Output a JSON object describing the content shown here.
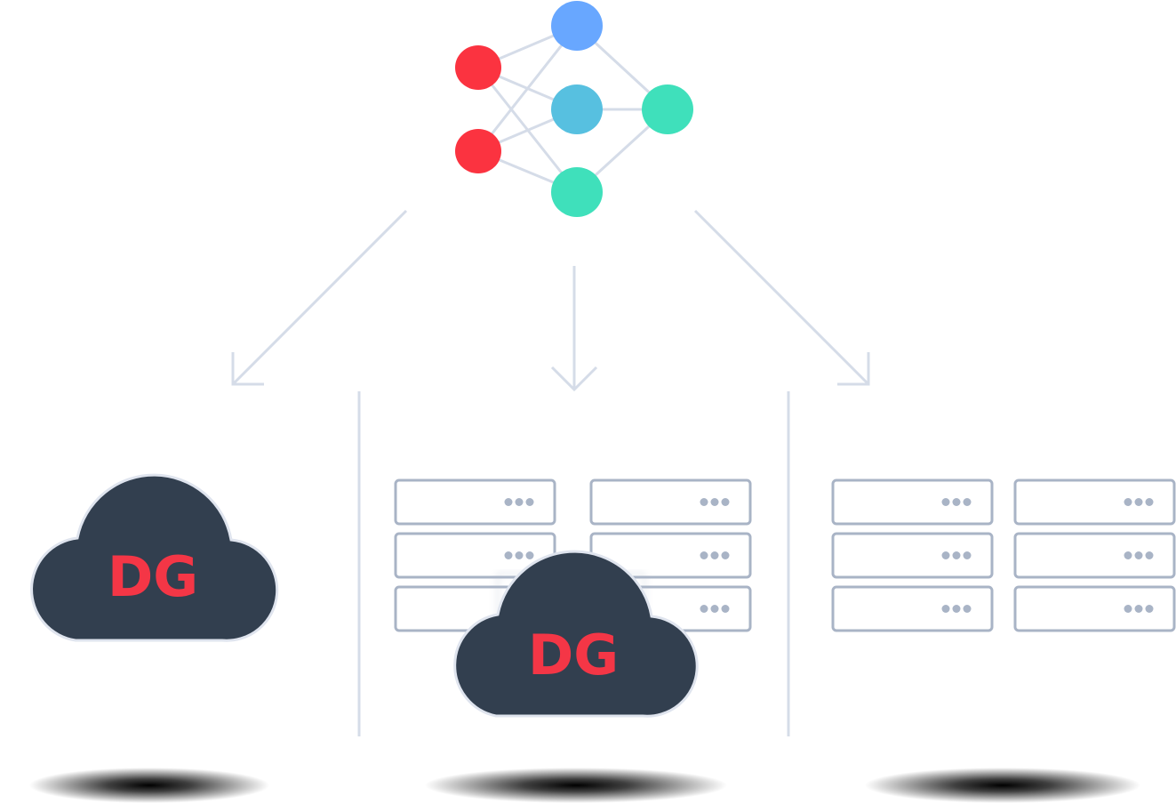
{
  "colors": {
    "background": "#ffffff",
    "line": "#d5dce8",
    "server_stroke": "#a9b4c6",
    "server_dot": "#a9b4c6",
    "cloud_fill": "#323f4f",
    "cloud_stroke": "#dfe4ee",
    "logo_red": "#f43646",
    "input_node": "#fb3340",
    "hidden_top": "#68a7ff",
    "hidden_mid": "#57c0e0",
    "hidden_bottom": "#3fe0bb",
    "output_node": "#3fe0bb",
    "shadow": "#000000"
  },
  "neural_network": {
    "layers": {
      "input": 2,
      "hidden": 3,
      "output": 1
    }
  },
  "logo": {
    "text": "DG"
  },
  "deployments": [
    {
      "id": "cloud",
      "icon": "cloud-icon",
      "has_cloud": true,
      "server_racks": 0
    },
    {
      "id": "hybrid",
      "icon": "cloud-with-servers-icon",
      "has_cloud": true,
      "server_racks": 2
    },
    {
      "id": "on-premise",
      "icon": "server-rack-icon",
      "has_cloud": false,
      "server_racks": 2
    }
  ]
}
